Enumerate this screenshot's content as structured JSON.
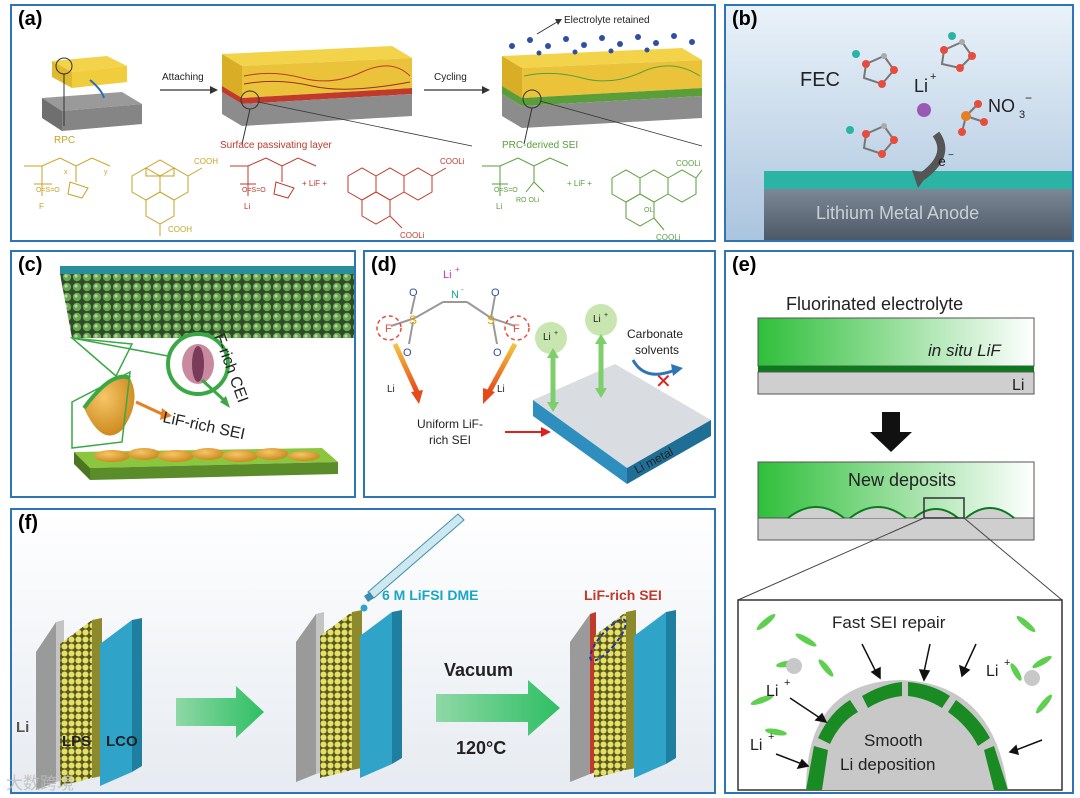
{
  "panels": {
    "a": {
      "label": "(a)",
      "attaching": "Attaching",
      "cycling": "Cycling",
      "electrolyte_retained": "Electrolyte retained",
      "rpc": "RPC",
      "surface_layer": "Surface passivating layer",
      "prc_sei": "PRC-derived SEI",
      "chem": {
        "cooh": "COOH",
        "cooh2": "COOH",
        "cooli": "COOLi",
        "cooli2": "COOLi",
        "cooli3": "COOLi",
        "cooli4": "COOLi",
        "lif1": "+ LiF +",
        "lif2": "+ LiF +",
        "s_f": "O=S=O",
        "f": "F",
        "li": "Li",
        "li2": "Li",
        "x": "x",
        "y": "y",
        "ro_oli": "RO   OLi",
        "oli": "OLi"
      },
      "colors": {
        "rpc": "#c9a227",
        "passivating": "#c0392b",
        "sei": "#5a9e3a"
      }
    },
    "b": {
      "label": "(b)",
      "fec": "FEC",
      "li": "Li",
      "li_sup": "+",
      "no3": "NO",
      "no3_sub": "3",
      "no3_sup": "−",
      "electron": "e",
      "electron_sup": "−",
      "anode": "Lithium Metal Anode"
    },
    "c": {
      "label": "(c)",
      "cei": "F-rich CEI",
      "sei": "LiF-rich SEI"
    },
    "d": {
      "label": "(d)",
      "o": "O",
      "n": "N",
      "n_sup": "-",
      "s": "S",
      "f": "F",
      "li_plus": "Li",
      "li_plus_sup": "+",
      "li_left": "Li",
      "li_right": "Li",
      "uniform_line1": "Uniform LiF-",
      "uniform_line2": "rich SEI",
      "carbonate_line1": "Carbonate",
      "carbonate_line2": "solvents",
      "li_metal": "Li metal",
      "li_ion": "Li",
      "li_ion_sup": "+"
    },
    "e": {
      "label": "(e)",
      "title": "Fluorinated electrolyte",
      "insitu": "in situ LiF",
      "li": "Li",
      "new_deposits": "New deposits",
      "fast_repair": "Fast SEI repair",
      "li_ion": "Li",
      "li_ion_sup": "+",
      "smooth_line1": "Smooth",
      "smooth_line2": "Li deposition"
    },
    "f": {
      "label": "(f)",
      "li": "Li",
      "lps": "LPS",
      "lco": "LCO",
      "lifsi": "6 M LiFSI DME",
      "vacuum": "Vacuum",
      "temp": "120°C",
      "lif_sei": "LiF-rich SEI"
    }
  },
  "watermark": "大数跨境",
  "colors": {
    "border": "#2e75b6",
    "green_arrow": "#3cb36a",
    "cyan_text": "#1aa6c9",
    "red_text": "#c0392b"
  }
}
